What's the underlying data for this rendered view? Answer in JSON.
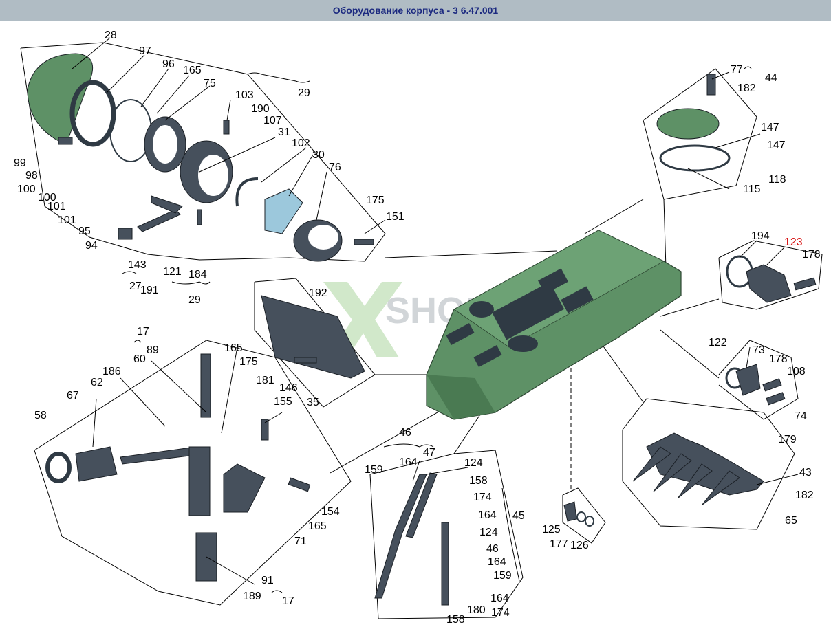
{
  "window": {
    "title": "Оборудование корпуса - 3 6.47.001"
  },
  "watermark": {
    "text": "SHOP"
  },
  "colors": {
    "green": "#5e9166",
    "dark": "#46505c",
    "red": "#d81414",
    "title": "#1c2a80"
  },
  "labels": {
    "n28": "28",
    "n97": "97",
    "n96": "96",
    "n165a": "165",
    "n75": "75",
    "n103": "103",
    "n29a": "29",
    "n190": "190",
    "n107": "107",
    "n31": "31",
    "n102": "102",
    "n30": "30",
    "n76": "76",
    "n99": "99",
    "n98": "98",
    "n100a": "100",
    "n100b": "100",
    "n101a": "101",
    "n101b": "101",
    "n95": "95",
    "n94": "94",
    "n143": "143",
    "n27": "27",
    "n191": "191",
    "n121": "121",
    "n184": "184",
    "n29b": "29",
    "n175a": "175",
    "n151": "151",
    "n192": "192",
    "n77": "77",
    "n44": "44",
    "n182a": "182",
    "n147a": "147",
    "n147b": "147",
    "n118": "118",
    "n115": "115",
    "n194": "194",
    "n123": "123",
    "n178a": "178",
    "n122": "122",
    "n73": "73",
    "n178b": "178",
    "n108": "108",
    "n74": "74",
    "n179": "179",
    "n43": "43",
    "n182b": "182",
    "n65": "65",
    "n146": "146",
    "n35": "35",
    "n17a": "17",
    "n89": "89",
    "n60": "60",
    "n186": "186",
    "n62": "62",
    "n67": "67",
    "n58": "58",
    "n165b": "165",
    "n175b": "175",
    "n181": "181",
    "n155": "155",
    "n154": "154",
    "n165c": "165",
    "n71": "71",
    "n91": "91",
    "n189": "189",
    "n17b": "17",
    "n46a": "46",
    "n47": "47",
    "n159a": "159",
    "n164a": "164",
    "n124a": "124",
    "n158a": "158",
    "n174a": "174",
    "n164b": "164",
    "n45": "45",
    "n124b": "124",
    "n46b": "46",
    "n164c": "164",
    "n159b": "159",
    "n164d": "164",
    "n180": "180",
    "n174b": "174",
    "n158b": "158",
    "n125": "125",
    "n177": "177",
    "n126": "126"
  }
}
